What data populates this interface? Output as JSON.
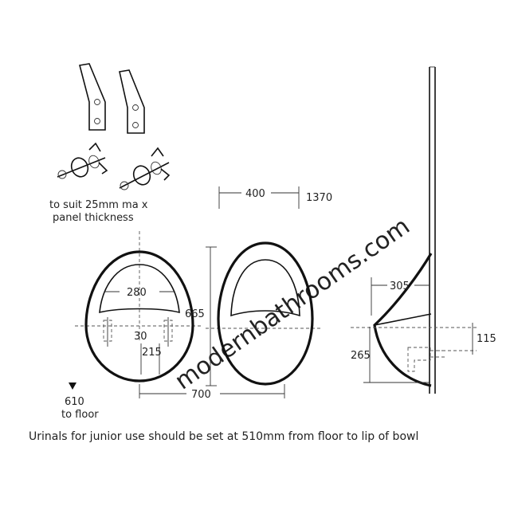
{
  "notes": {
    "panel_line1": "to suit 25mm ma  x",
    "panel_line2": "panel thickness",
    "floor_value": "610",
    "floor_label": "to floor",
    "junior_note": "Urinals for junior use should be set at 510mm from floor to lip of bowl"
  },
  "dimensions": {
    "bowl_width_280": "280",
    "gap_30": "30",
    "spacing_215": "215",
    "height_665": "665",
    "width_700": "700",
    "front_width_400": "400",
    "overall_1370": "1370",
    "projection_305": "305",
    "lip_265": "265",
    "waste_115": "115"
  },
  "watermark": "modernbathrooms.com",
  "colors": {
    "line": "#111111",
    "text": "#222222"
  }
}
